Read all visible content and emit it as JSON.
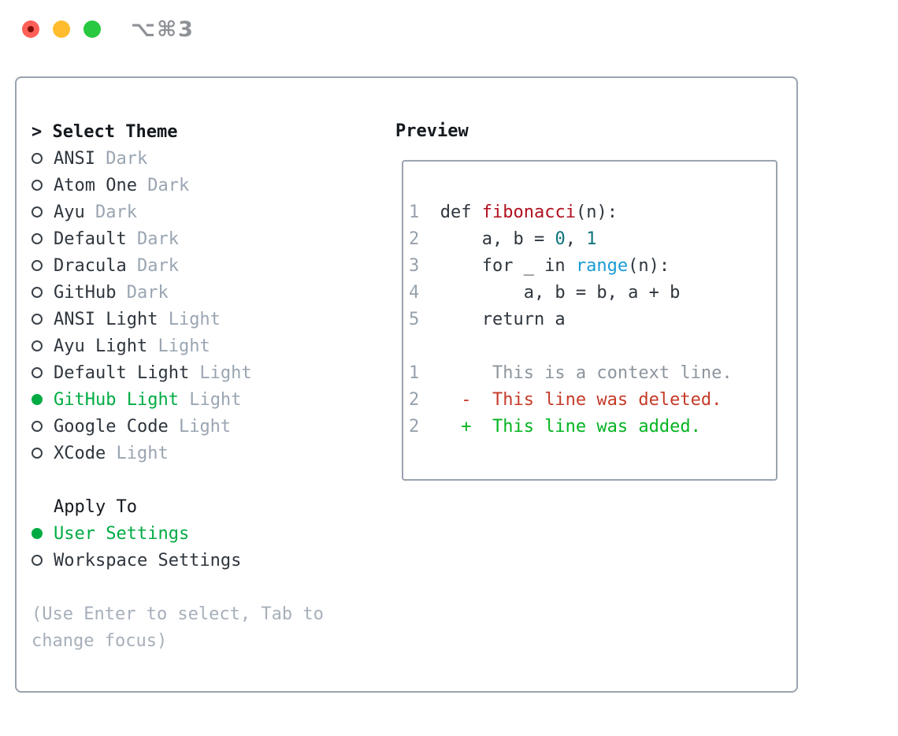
{
  "window": {
    "title_shortcut": "⌥⌘3"
  },
  "picker": {
    "prompt": ">",
    "title": "Select Theme",
    "themes": [
      {
        "name": "ANSI",
        "variant": "Dark",
        "selected": false
      },
      {
        "name": "Atom One",
        "variant": "Dark",
        "selected": false
      },
      {
        "name": "Ayu",
        "variant": "Dark",
        "selected": false
      },
      {
        "name": "Default",
        "variant": "Dark",
        "selected": false
      },
      {
        "name": "Dracula",
        "variant": "Dark",
        "selected": false
      },
      {
        "name": "GitHub",
        "variant": "Dark",
        "selected": false
      },
      {
        "name": "ANSI Light",
        "variant": "Light",
        "selected": false
      },
      {
        "name": "Ayu Light",
        "variant": "Light",
        "selected": false
      },
      {
        "name": "Default Light",
        "variant": "Light",
        "selected": false
      },
      {
        "name": "GitHub Light",
        "variant": "Light",
        "selected": true
      },
      {
        "name": "Google Code",
        "variant": "Light",
        "selected": false
      },
      {
        "name": "XCode",
        "variant": "Light",
        "selected": false
      }
    ],
    "apply": {
      "title": "Apply To",
      "options": [
        {
          "label": "User Settings",
          "selected": true
        },
        {
          "label": "Workspace Settings",
          "selected": false
        }
      ]
    },
    "hint_line1": "(Use Enter to select, Tab to",
    "hint_line2": "change focus)"
  },
  "preview": {
    "title": "Preview",
    "lines": [
      {
        "n": "1",
        "segs": [
          [
            "  def ",
            "code"
          ],
          [
            "fibonacci",
            "func"
          ],
          [
            "(n):",
            "code"
          ]
        ]
      },
      {
        "n": "2",
        "segs": [
          [
            "      a, b = ",
            "code"
          ],
          [
            "0",
            "num"
          ],
          [
            ", ",
            "code"
          ],
          [
            "1",
            "num"
          ]
        ]
      },
      {
        "n": "3",
        "segs": [
          [
            "      for _ in ",
            "code"
          ],
          [
            "range",
            "builtin"
          ],
          [
            "(n):",
            "code"
          ]
        ]
      },
      {
        "n": "4",
        "segs": [
          [
            "          a, b = b, a + b",
            "code"
          ]
        ]
      },
      {
        "n": "5",
        "segs": [
          [
            "      return a",
            "code"
          ]
        ]
      },
      {
        "n": "",
        "segs": []
      },
      {
        "n": "1",
        "segs": [
          [
            "       This is a context line.",
            "ctx"
          ]
        ]
      },
      {
        "n": "2",
        "segs": [
          [
            "    -  This line was deleted.",
            "del"
          ]
        ]
      },
      {
        "n": "2",
        "segs": [
          [
            "    +  This line was added.",
            "add"
          ]
        ]
      }
    ]
  },
  "colors": {
    "text_dark": "#2e353d",
    "title_dark": "#14191f",
    "muted": "#9aa5b2",
    "hint": "#a6afba",
    "gutter": "#97a1ac",
    "ctx": "#8d959e",
    "border": "#9aa3ae",
    "accent_green": "#00ab43",
    "func": "#b0101f",
    "num": "#0d737d",
    "builtin": "#189bd6",
    "del": "#c63a28",
    "add": "#04b421",
    "title_gray": "#8e9196",
    "tl_red": "#ff5f57",
    "tl_red_dot": "#7e0d08",
    "tl_yellow": "#febc2e",
    "tl_green": "#28c840"
  }
}
